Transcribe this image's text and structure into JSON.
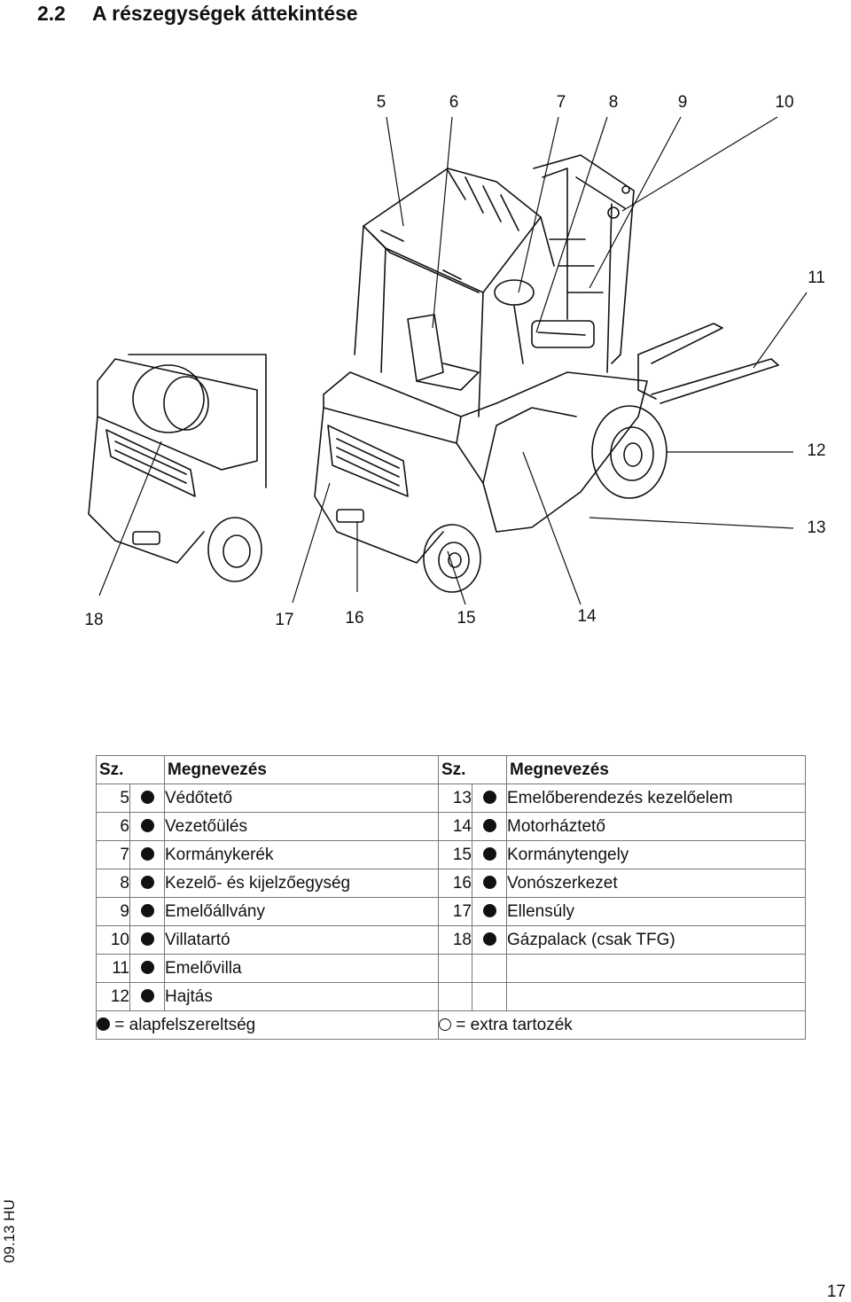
{
  "heading": {
    "number": "2.2",
    "title": "A részegységek áttekintése"
  },
  "callouts": [
    "5",
    "6",
    "7",
    "8",
    "9",
    "10",
    "11",
    "12",
    "13",
    "14",
    "15",
    "16",
    "17",
    "18"
  ],
  "table": {
    "header": {
      "col_no": "Sz.",
      "col_name": "Megnevezés"
    },
    "left": [
      {
        "no": "5",
        "name": "Védőtető"
      },
      {
        "no": "6",
        "name": "Vezetőülés"
      },
      {
        "no": "7",
        "name": "Kormánykerék"
      },
      {
        "no": "8",
        "name": "Kezelő- és kijelzőegység"
      },
      {
        "no": "9",
        "name": "Emelőállvány"
      },
      {
        "no": "10",
        "name": "Villatartó"
      },
      {
        "no": "11",
        "name": "Emelővilla"
      },
      {
        "no": "12",
        "name": "Hajtás"
      }
    ],
    "right": [
      {
        "no": "13",
        "name": "Emelőberendezés kezelőelem"
      },
      {
        "no": "14",
        "name": "Motorháztető"
      },
      {
        "no": "15",
        "name": "Kormánytengely"
      },
      {
        "no": "16",
        "name": "Vonószerkezet"
      },
      {
        "no": "17",
        "name": "Ellensúly"
      },
      {
        "no": "18",
        "name": "Gázpalack (csak TFG)"
      }
    ],
    "legend_standard": "= alapfelszereltség",
    "legend_extra": "= extra tartozék"
  },
  "side_date": "09.13 HU",
  "page_number": "17"
}
